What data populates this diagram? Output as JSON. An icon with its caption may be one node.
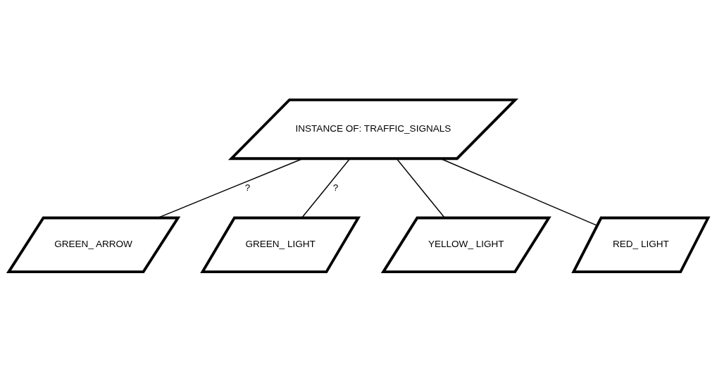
{
  "diagram": {
    "nodes": [
      {
        "text": [
          "INSTANCE OF: TRAFFIC_SIGNALS"
        ]
      },
      {
        "text": [
          "GREEN_ ARROW"
        ]
      },
      {
        "text": [
          "GREEN_ LIGHT"
        ]
      },
      {
        "text": [
          "YELLOW_ LIGHT"
        ]
      },
      {
        "text": [
          "RED_ LIGHT"
        ]
      }
    ],
    "edges": [
      {
        "from": 0,
        "to": 1,
        "arrow": "none",
        "label": "?"
      },
      {
        "from": 0,
        "to": 2,
        "arrow": "none",
        "label": "?"
      },
      {
        "from": 0,
        "to": 3,
        "arrow": "none"
      },
      {
        "from": 0,
        "to": 4,
        "arrow": "none"
      }
    ]
  }
}
